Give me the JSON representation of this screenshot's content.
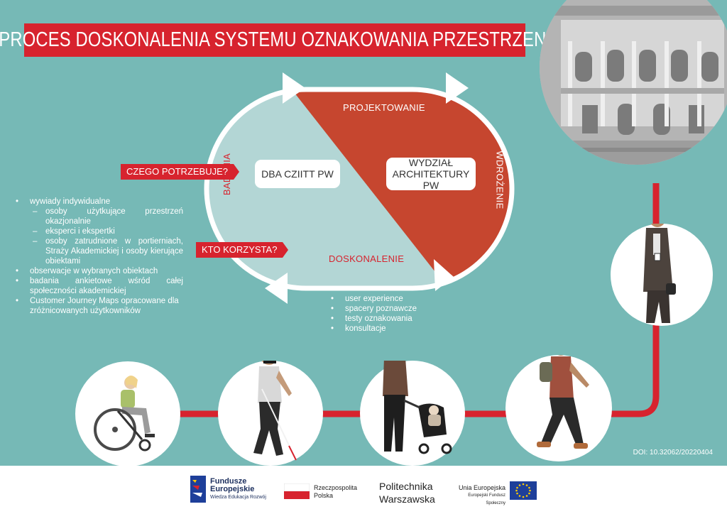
{
  "title": "PROCES DOSKONALENIA SYSTEMU OZNAKOWANIA PRZESTRZENI",
  "stages": {
    "top": "PROJEKTOWANIE",
    "right": "WDROŻENIE",
    "bottom": "DOSKONALENIE",
    "left": "BADANIA"
  },
  "boxes": {
    "left": "DBA CZIITT PW",
    "right_line1": "WYDZIAŁ",
    "right_line2": "ARCHITEKTURY PW"
  },
  "questions": {
    "q1": "CZEGO POTRZEBUJE?",
    "q2": "KTO KORZYSTA?"
  },
  "research_list": {
    "item1": "wywiady indywidualne",
    "sub1": "osoby użytkujące przestrzeń okazjonalnie",
    "sub2": "eksperci i ekspertki",
    "sub3": "osoby zatrudnione w portierniach, Straży Akademickiej i osoby kierujące obiektami",
    "item2": "obserwacje w wybranych obiektach",
    "item3": "badania ankietowe wśród całej społeczności akademickiej",
    "item4": "Customer Journey Maps opracowane dla zróżnicowanych użytkowników"
  },
  "improvement_list": [
    "user experience",
    "spacery poznawcze",
    "testy oznakowania",
    "konsultacje"
  ],
  "doi": "DOI: 10.32062/20220404",
  "footer": {
    "fe_line1": "Fundusze",
    "fe_line2": "Europejskie",
    "fe_line3": "Wiedza Edukacja Rozwój",
    "rp_line1": "Rzeczpospolita",
    "rp_line2": "Polska",
    "pw_line1": "Politechnika",
    "pw_line2": "Warszawska",
    "ue_line1": "Unia Europejska",
    "ue_line2": "Europejski Fundusz Społeczny"
  },
  "colors": {
    "background": "#76b9b6",
    "accent_red": "#d7232e",
    "diagram_red": "#c6462f",
    "diagram_light": "#b3d6d5",
    "eu_blue": "#1e3f9a",
    "eu_star": "#ffcc00"
  }
}
